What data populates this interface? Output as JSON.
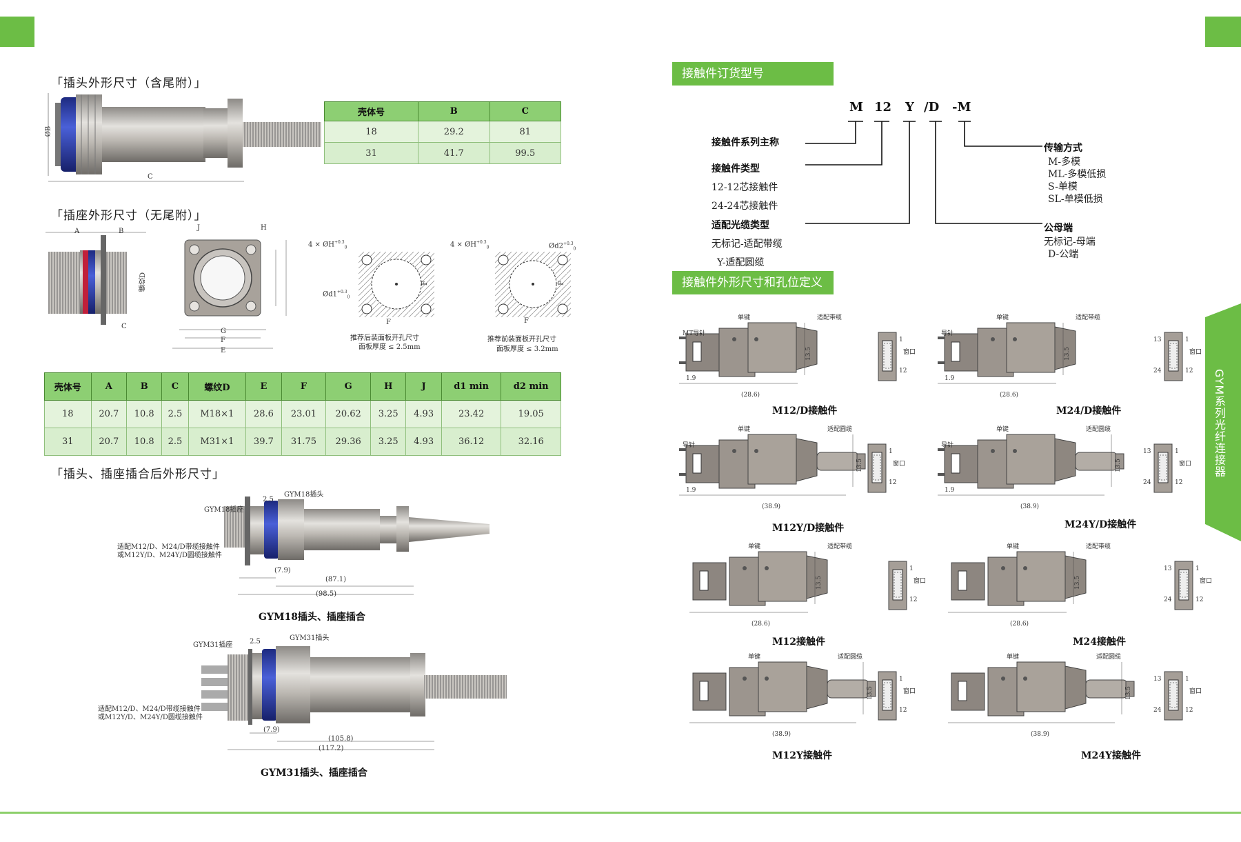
{
  "page": {
    "side_tab": "GYM系列光纤连接器"
  },
  "left": {
    "plug_title": "「插头外形尺寸（含尾附）」",
    "plug_table": {
      "headers": [
        "壳体号",
        "B",
        "C"
      ],
      "rows": [
        [
          "18",
          "29.2",
          "81"
        ],
        [
          "31",
          "41.7",
          "99.5"
        ]
      ]
    },
    "plug_dims": {
      "diam_b": "ØB",
      "c": "C"
    },
    "socket_title": "「插座外形尺寸（无尾附）」",
    "socket_labels": {
      "a": "A",
      "b": "B",
      "c": "C",
      "thread": "螺纹D",
      "e": "E",
      "f": "F",
      "g": "G",
      "h": "H",
      "j": "J",
      "hole_h": "4 × ØH",
      "tol_plus": "+0.3",
      "tol_zero": "0",
      "d1": "Ød1",
      "d2": "Ød2",
      "rear_note1": "推荐后装面板开孔尺寸",
      "rear_note2": "面板厚度 ≤ 2.5mm",
      "front_note1": "推荐前装面板开孔尺寸",
      "front_note2": "面板厚度 ≤ 3.2mm"
    },
    "socket_table": {
      "headers": [
        "壳体号",
        "A",
        "B",
        "C",
        "螺纹D",
        "E",
        "F",
        "G",
        "H",
        "J",
        "d1 min",
        "d2 min"
      ],
      "rows": [
        [
          "18",
          "20.7",
          "10.8",
          "2.5",
          "M18×1",
          "28.6",
          "23.01",
          "20.62",
          "3.25",
          "4.93",
          "23.42",
          "19.05"
        ],
        [
          "31",
          "20.7",
          "10.8",
          "2.5",
          "M31×1",
          "39.7",
          "31.75",
          "29.36",
          "3.25",
          "4.93",
          "36.12",
          "32.16"
        ]
      ]
    },
    "mated_title": "「插头、插座插合后外形尺寸」",
    "mated18": {
      "socket": "GYM18插座",
      "plug": "GYM18插头",
      "dim_top": "2.5",
      "note1": "适配M12/D、M24/D带缆接触件",
      "note2": "或M12Y/D、M24Y/D圆缆接触件",
      "d1": "(7.9)",
      "d2": "(87.1)",
      "d3": "(98.5)",
      "caption": "GYM18插头、插座插合"
    },
    "mated31": {
      "socket": "GYM31插座",
      "plug": "GYM31插头",
      "dim_top": "2.5",
      "note1": "适配M12/D、M24/D带缆接触件",
      "note2": "或M12Y/D、M24Y/D圆缆接触件",
      "d1": "(7.9)",
      "d2": "(105.8)",
      "d3": "(117.2)",
      "caption": "GYM31插头、插座插合"
    }
  },
  "right": {
    "order_band": "接触件订货型号",
    "code": {
      "m": "M",
      "n": "12",
      "y": "Y",
      "d": "/D",
      "mode": "-M"
    },
    "order_left": {
      "series": "接触件系列主称",
      "type_title": "接触件类型",
      "type1": "12-12芯接触件",
      "type2": "24-24芯接触件",
      "cable_title": "适配光缆类型",
      "cable1": "无标记-适配带缆",
      "cable2": "Y-适配圆缆"
    },
    "order_right": {
      "mode_title": "传输方式",
      "mode1": "M-多模",
      "mode2": "ML-多模低损",
      "mode3": "S-单模",
      "mode4": "SL-单模低损",
      "gender_title": "公母端",
      "gender1": "无标记-母端",
      "gender2": "D-公端"
    },
    "dims_band": "接触件外形尺寸和孔位定义",
    "contacts": [
      {
        "caption": "M12/D接触件",
        "guide": "MT导针",
        "key": "单键",
        "cable": "适配带缆",
        "len": "(28.6)",
        "w": "1.9",
        "h": "13.5",
        "win": "窗口",
        "p1": "1",
        "p2": "12",
        "p3": ""
      },
      {
        "caption": "M24/D接触件",
        "guide": "导针",
        "key": "单键",
        "cable": "适配带缆",
        "len": "(28.6)",
        "w": "1.9",
        "h": "13.5",
        "win": "窗口",
        "p1": "1",
        "p2": "12",
        "p3": "13",
        "p4": "24"
      },
      {
        "caption": "M12Y/D接触件",
        "guide": "导针",
        "key": "单键",
        "cable": "适配圆缆",
        "len": "(38.9)",
        "w": "1.9",
        "h": "13.5",
        "win": "窗口",
        "p1": "1",
        "p2": "12",
        "p3": ""
      },
      {
        "caption": "M24Y/D接触件",
        "guide": "导针",
        "key": "单键",
        "cable": "适配圆缆",
        "len": "(38.9)",
        "w": "1.9",
        "h": "13.5",
        "win": "窗口",
        "p1": "1",
        "p2": "12",
        "p3": "13",
        "p4": "24"
      },
      {
        "caption": "M12接触件",
        "guide": "",
        "key": "单键",
        "cable": "适配带缆",
        "len": "(28.6)",
        "w": "",
        "h": "13.5",
        "win": "窗口",
        "p1": "1",
        "p2": "12",
        "p3": ""
      },
      {
        "caption": "M24接触件",
        "guide": "",
        "key": "单键",
        "cable": "适配带缆",
        "len": "(28.6)",
        "w": "",
        "h": "13.5",
        "win": "窗口",
        "p1": "1",
        "p2": "12",
        "p3": "13",
        "p4": "24"
      },
      {
        "caption": "M12Y接触件",
        "guide": "",
        "key": "单键",
        "cable": "适配圆缆",
        "len": "(38.9)",
        "w": "",
        "h": "13.5",
        "win": "窗口",
        "p1": "1",
        "p2": "12",
        "p3": ""
      },
      {
        "caption": "M24Y接触件",
        "guide": "",
        "key": "单键",
        "cable": "适配圆缆",
        "len": "(38.9)",
        "w": "",
        "h": "13.5",
        "win": "窗口",
        "p1": "1",
        "p2": "12",
        "p3": "13",
        "p4": "24"
      }
    ],
    "colors": {
      "accent": "#6cbd45",
      "blue_ring": "#2b3fb3"
    }
  }
}
